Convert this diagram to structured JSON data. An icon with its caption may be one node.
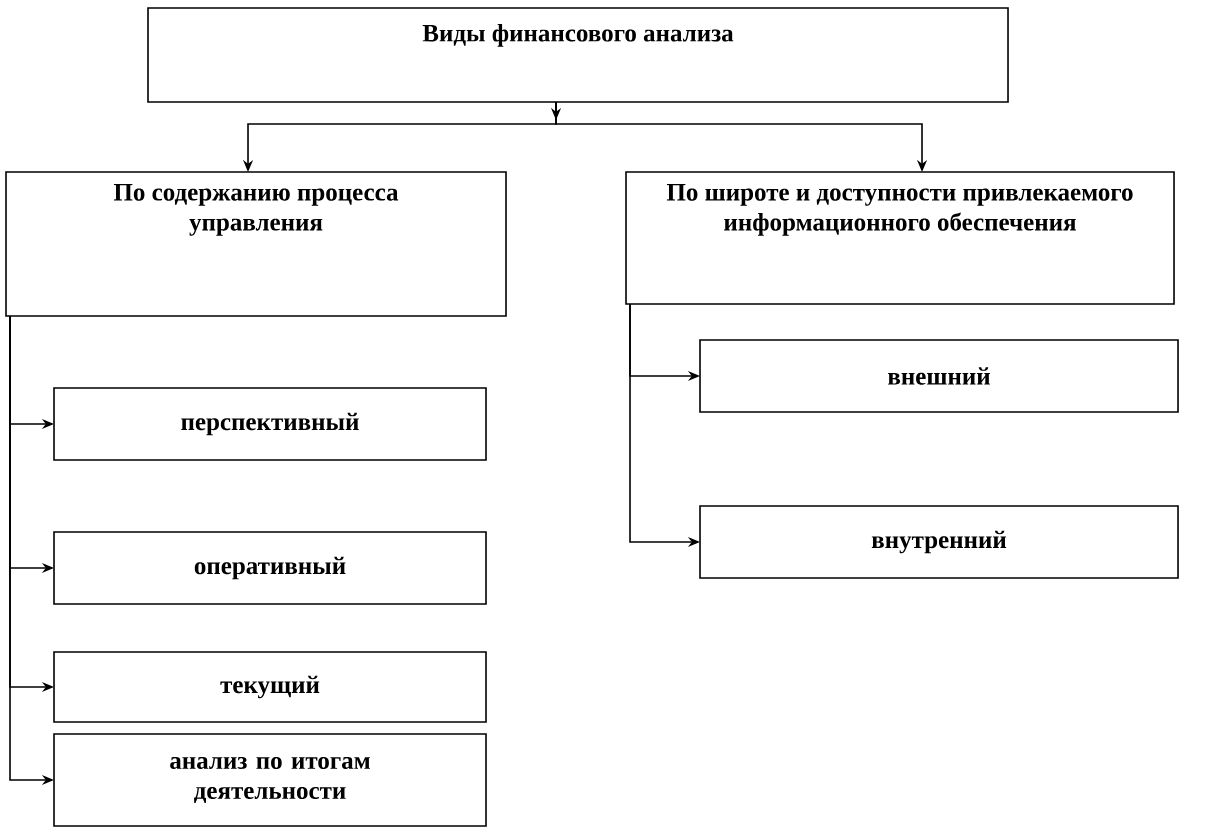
{
  "diagram": {
    "nodes": [
      {
        "text": [
          "Виды финансового анализа"
        ]
      },
      {
        "text": [
          "По содержанию процесса управления"
        ]
      },
      {
        "text": [
          "По широте и доступности привлекаемого информационного обеспечения"
        ]
      },
      {
        "text": [
          "перспективный"
        ]
      },
      {
        "text": [
          "оперативный"
        ]
      },
      {
        "text": [
          "текущий"
        ]
      },
      {
        "text": [
          "анализ по итогам деятельности"
        ]
      },
      {
        "text": [
          "внешний"
        ]
      },
      {
        "text": [
          "внутренний"
        ]
      }
    ],
    "edges": [
      {
        "from": 0,
        "to": 1,
        "arrow": "to"
      },
      {
        "from": 0,
        "to": 2,
        "arrow": "to"
      },
      {
        "from": 1,
        "to": 3,
        "arrow": "to"
      },
      {
        "from": 1,
        "to": 4,
        "arrow": "to"
      },
      {
        "from": 1,
        "to": 5,
        "arrow": "to"
      },
      {
        "from": 1,
        "to": 6,
        "arrow": "to"
      },
      {
        "from": 2,
        "to": 7,
        "arrow": "to"
      },
      {
        "from": 2,
        "to": 8,
        "arrow": "to"
      }
    ]
  }
}
